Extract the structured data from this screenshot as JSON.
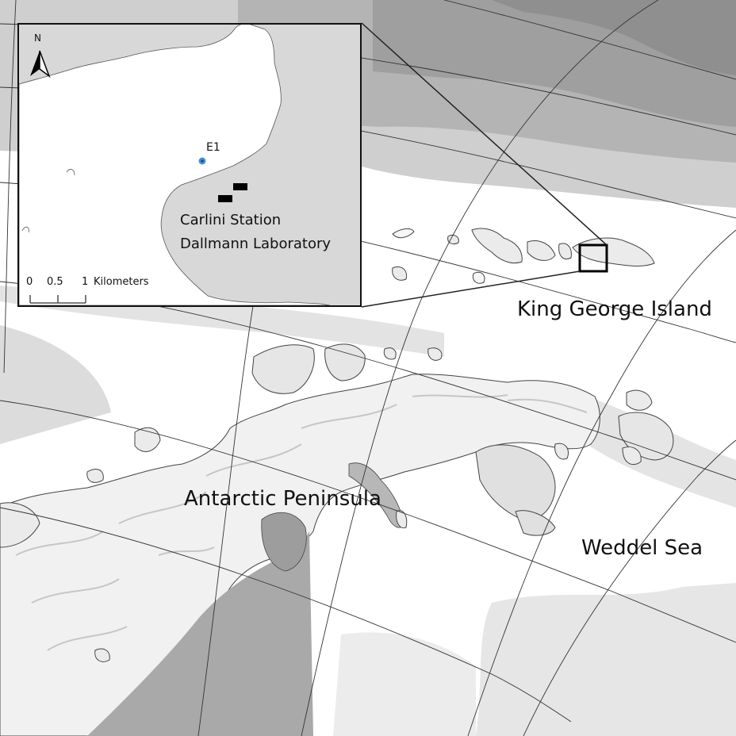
{
  "map": {
    "labels": {
      "king_george": "King George Island",
      "peninsula": "Antarctic Peninsula",
      "weddel": "Weddel Sea"
    }
  },
  "inset": {
    "north_label": "N",
    "site_label": "E1",
    "station_line1": "Carlini Station",
    "station_line2": "Dallmann Laboratory",
    "scale_ticks": [
      "0",
      "0.5",
      "1"
    ],
    "scale_unit": "Kilometers",
    "site_color": "#4a90d9"
  }
}
